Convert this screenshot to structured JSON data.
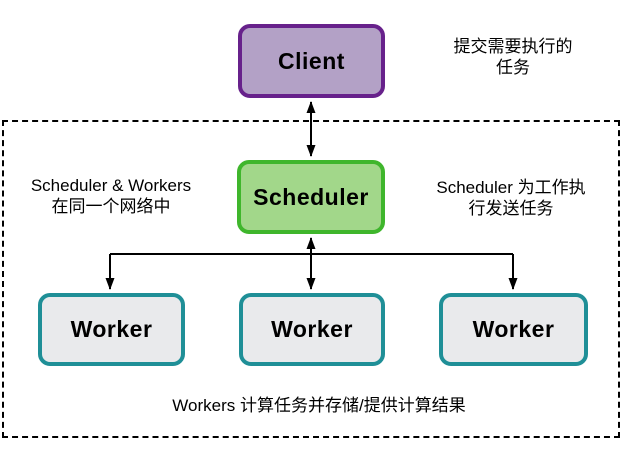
{
  "colors": {
    "client_fill": "#b3a1c6",
    "client_border": "#67218b",
    "scheduler_fill": "#a2d78a",
    "scheduler_border": "#3fb62c",
    "worker_fill": "#e9eaec",
    "worker_border": "#1f8f97",
    "arrow": "#000000"
  },
  "nodes": {
    "client": {
      "label": "Client"
    },
    "scheduler": {
      "label": "Scheduler"
    },
    "worker1": {
      "label": "Worker"
    },
    "worker2": {
      "label": "Worker"
    },
    "worker3": {
      "label": "Worker"
    }
  },
  "annotations": {
    "submit_tasks": "提交需要执行的\n任务",
    "same_network": "Scheduler & Workers\n在同一个网络中",
    "send_tasks": "Scheduler 为工作执\n行发送任务",
    "compute_results": "Workers 计算任务并存储/提供计算结果"
  }
}
